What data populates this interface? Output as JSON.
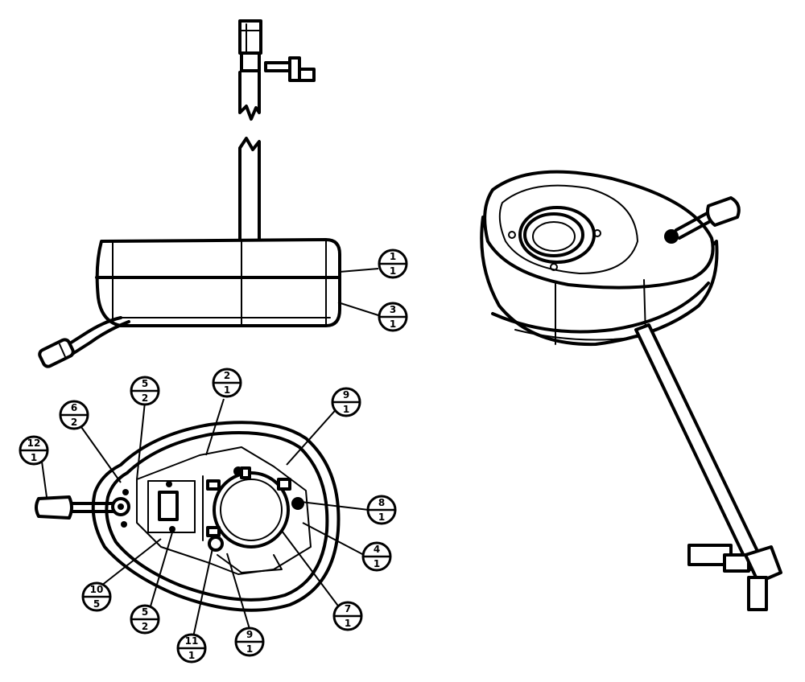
{
  "callouts": [
    {
      "id": "c1",
      "num": "1",
      "qty": "1"
    },
    {
      "id": "c3",
      "num": "3",
      "qty": "1"
    },
    {
      "id": "c2",
      "num": "2",
      "qty": "1"
    },
    {
      "id": "c5a",
      "num": "5",
      "qty": "2"
    },
    {
      "id": "c6",
      "num": "6",
      "qty": "2"
    },
    {
      "id": "c12",
      "num": "12",
      "qty": "1"
    },
    {
      "id": "c9a",
      "num": "9",
      "qty": "1"
    },
    {
      "id": "c8",
      "num": "8",
      "qty": "1"
    },
    {
      "id": "c4",
      "num": "4",
      "qty": "1"
    },
    {
      "id": "c7",
      "num": "7",
      "qty": "1"
    },
    {
      "id": "c9b",
      "num": "9",
      "qty": "1"
    },
    {
      "id": "c11",
      "num": "11",
      "qty": "1"
    },
    {
      "id": "c5b",
      "num": "5",
      "qty": "2"
    },
    {
      "id": "c10",
      "num": "10",
      "qty": "5"
    }
  ]
}
